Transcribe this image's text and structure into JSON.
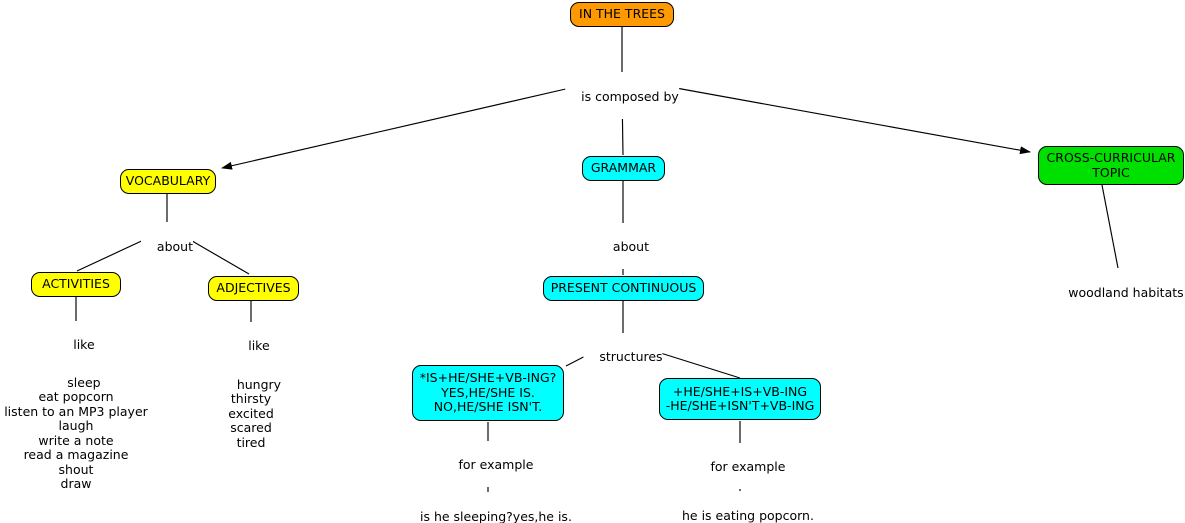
{
  "map": {
    "title": "IN THE TREES",
    "colors": {
      "root": "#ff9900",
      "vocabulary_branch": "#ffff00",
      "grammar_branch": "#00ffff",
      "cross_curricular_branch": "#00e000",
      "line": "#000000",
      "background": "#ffffff"
    },
    "nodes": {
      "root": "IN THE TREES",
      "vocabulary": "VOCABULARY",
      "grammar": "GRAMMAR",
      "cross_curricular": "CROSS-CURRICULAR\nTOPIC",
      "activities": "ACTIVITIES",
      "adjectives": "ADJECTIVES",
      "present_continuous": "PRESENT CONTINUOUS",
      "structure_question": "*IS+HE/SHE+VB-ING?\nYES,HE/SHE IS.\nNO,HE/SHE ISN'T.",
      "structure_affirm_negative": "+HE/SHE+IS+VB-ING\n-HE/SHE+ISN'T+VB-ING"
    },
    "link_labels": {
      "is_composed_by": "is composed by",
      "vocabulary_about": "about",
      "grammar_about": "about",
      "activities_like": "like",
      "adjectives_like": "like",
      "structures": "structures",
      "for_example_left": "for example",
      "for_example_right": "for example"
    },
    "leaves": {
      "activities_list": "sleep\neat popcorn\nlisten to an MP3 player\nlaugh\nwrite a note\nread a magazine\nshout\ndraw",
      "adjectives_list": "hungry\nthirsty\nexcited\nscared\ntired",
      "woodland": "woodland habitats",
      "example_left": "is he sleeping?yes,he is.",
      "example_right": "he is eating popcorn."
    }
  }
}
